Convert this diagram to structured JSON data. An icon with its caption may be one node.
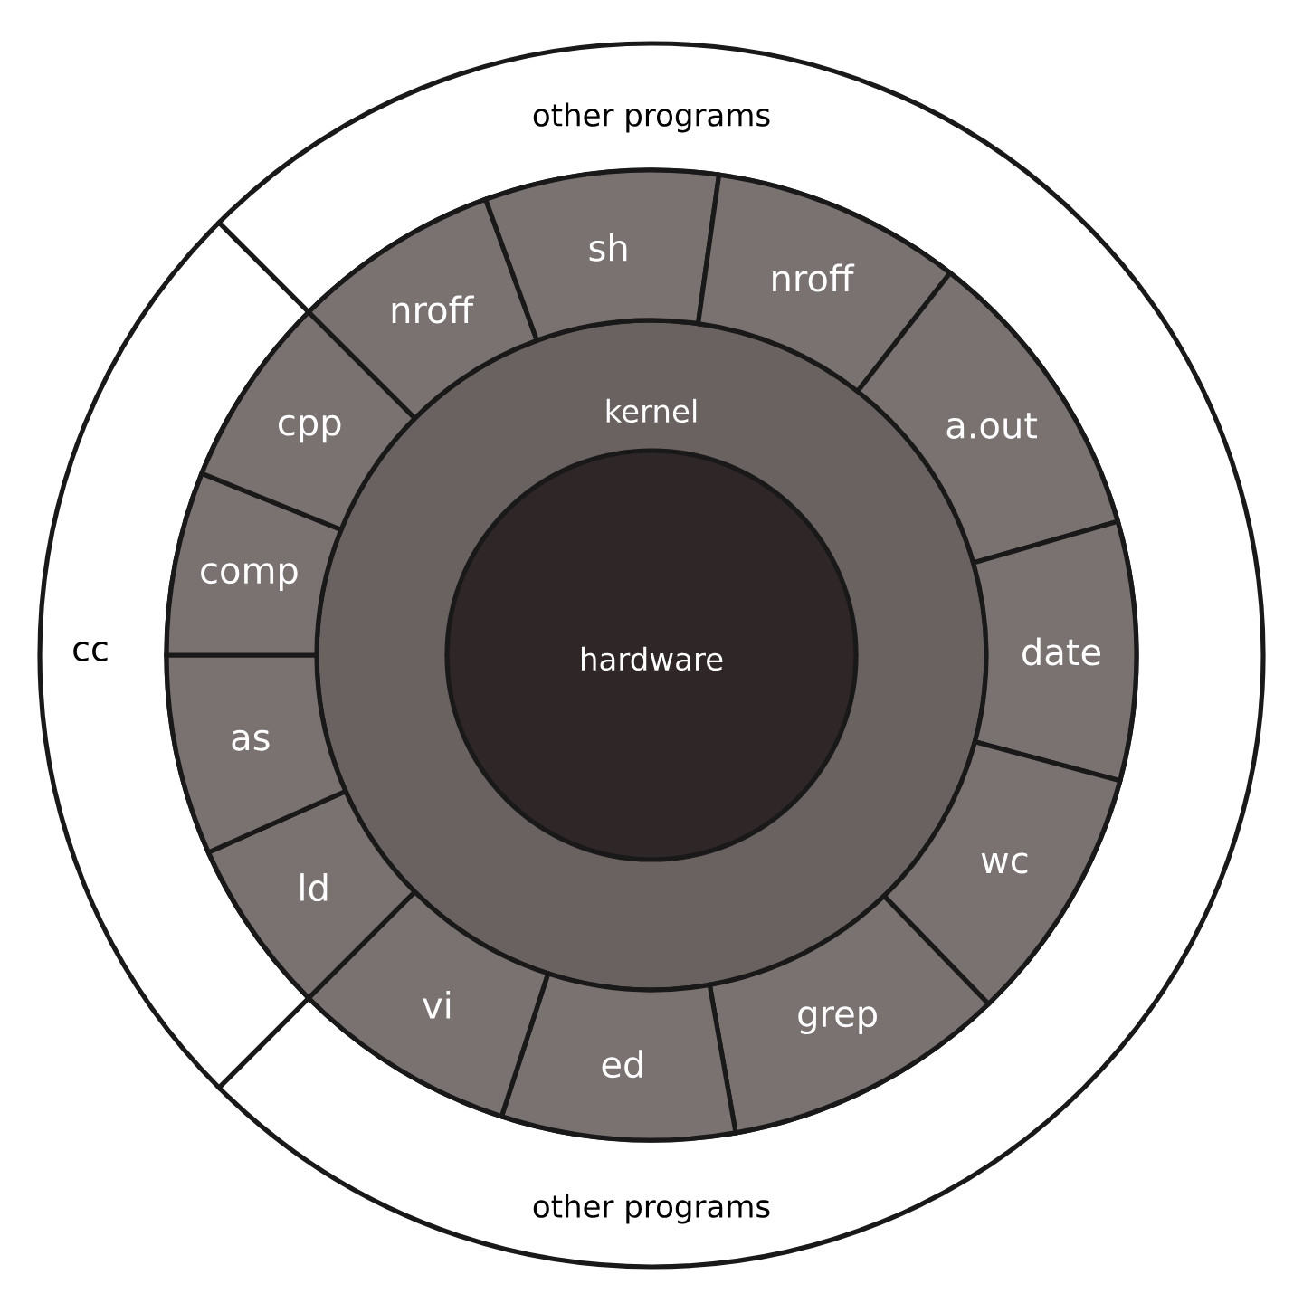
{
  "diagram": {
    "nodes": [
      {
        "text": [
          "other programs",
          "other programs"
        ]
      },
      {
        "text": [
          "cc"
        ]
      },
      {
        "text": [
          "kernel"
        ]
      },
      {
        "text": [
          "hardware"
        ],
        "in": 2
      },
      {
        "text": [
          "nroff"
        ]
      },
      {
        "text": [
          "sh"
        ]
      },
      {
        "text": [
          "nroff"
        ]
      },
      {
        "text": [
          "a.out"
        ]
      },
      {
        "text": [
          "date"
        ]
      },
      {
        "text": [
          "wc"
        ]
      },
      {
        "text": [
          "grep"
        ]
      },
      {
        "text": [
          "ed"
        ]
      },
      {
        "text": [
          "vi"
        ]
      },
      {
        "text": [
          "ld"
        ]
      },
      {
        "text": [
          "as"
        ]
      },
      {
        "text": [
          "comp"
        ]
      },
      {
        "text": [
          "cpp"
        ]
      }
    ]
  }
}
